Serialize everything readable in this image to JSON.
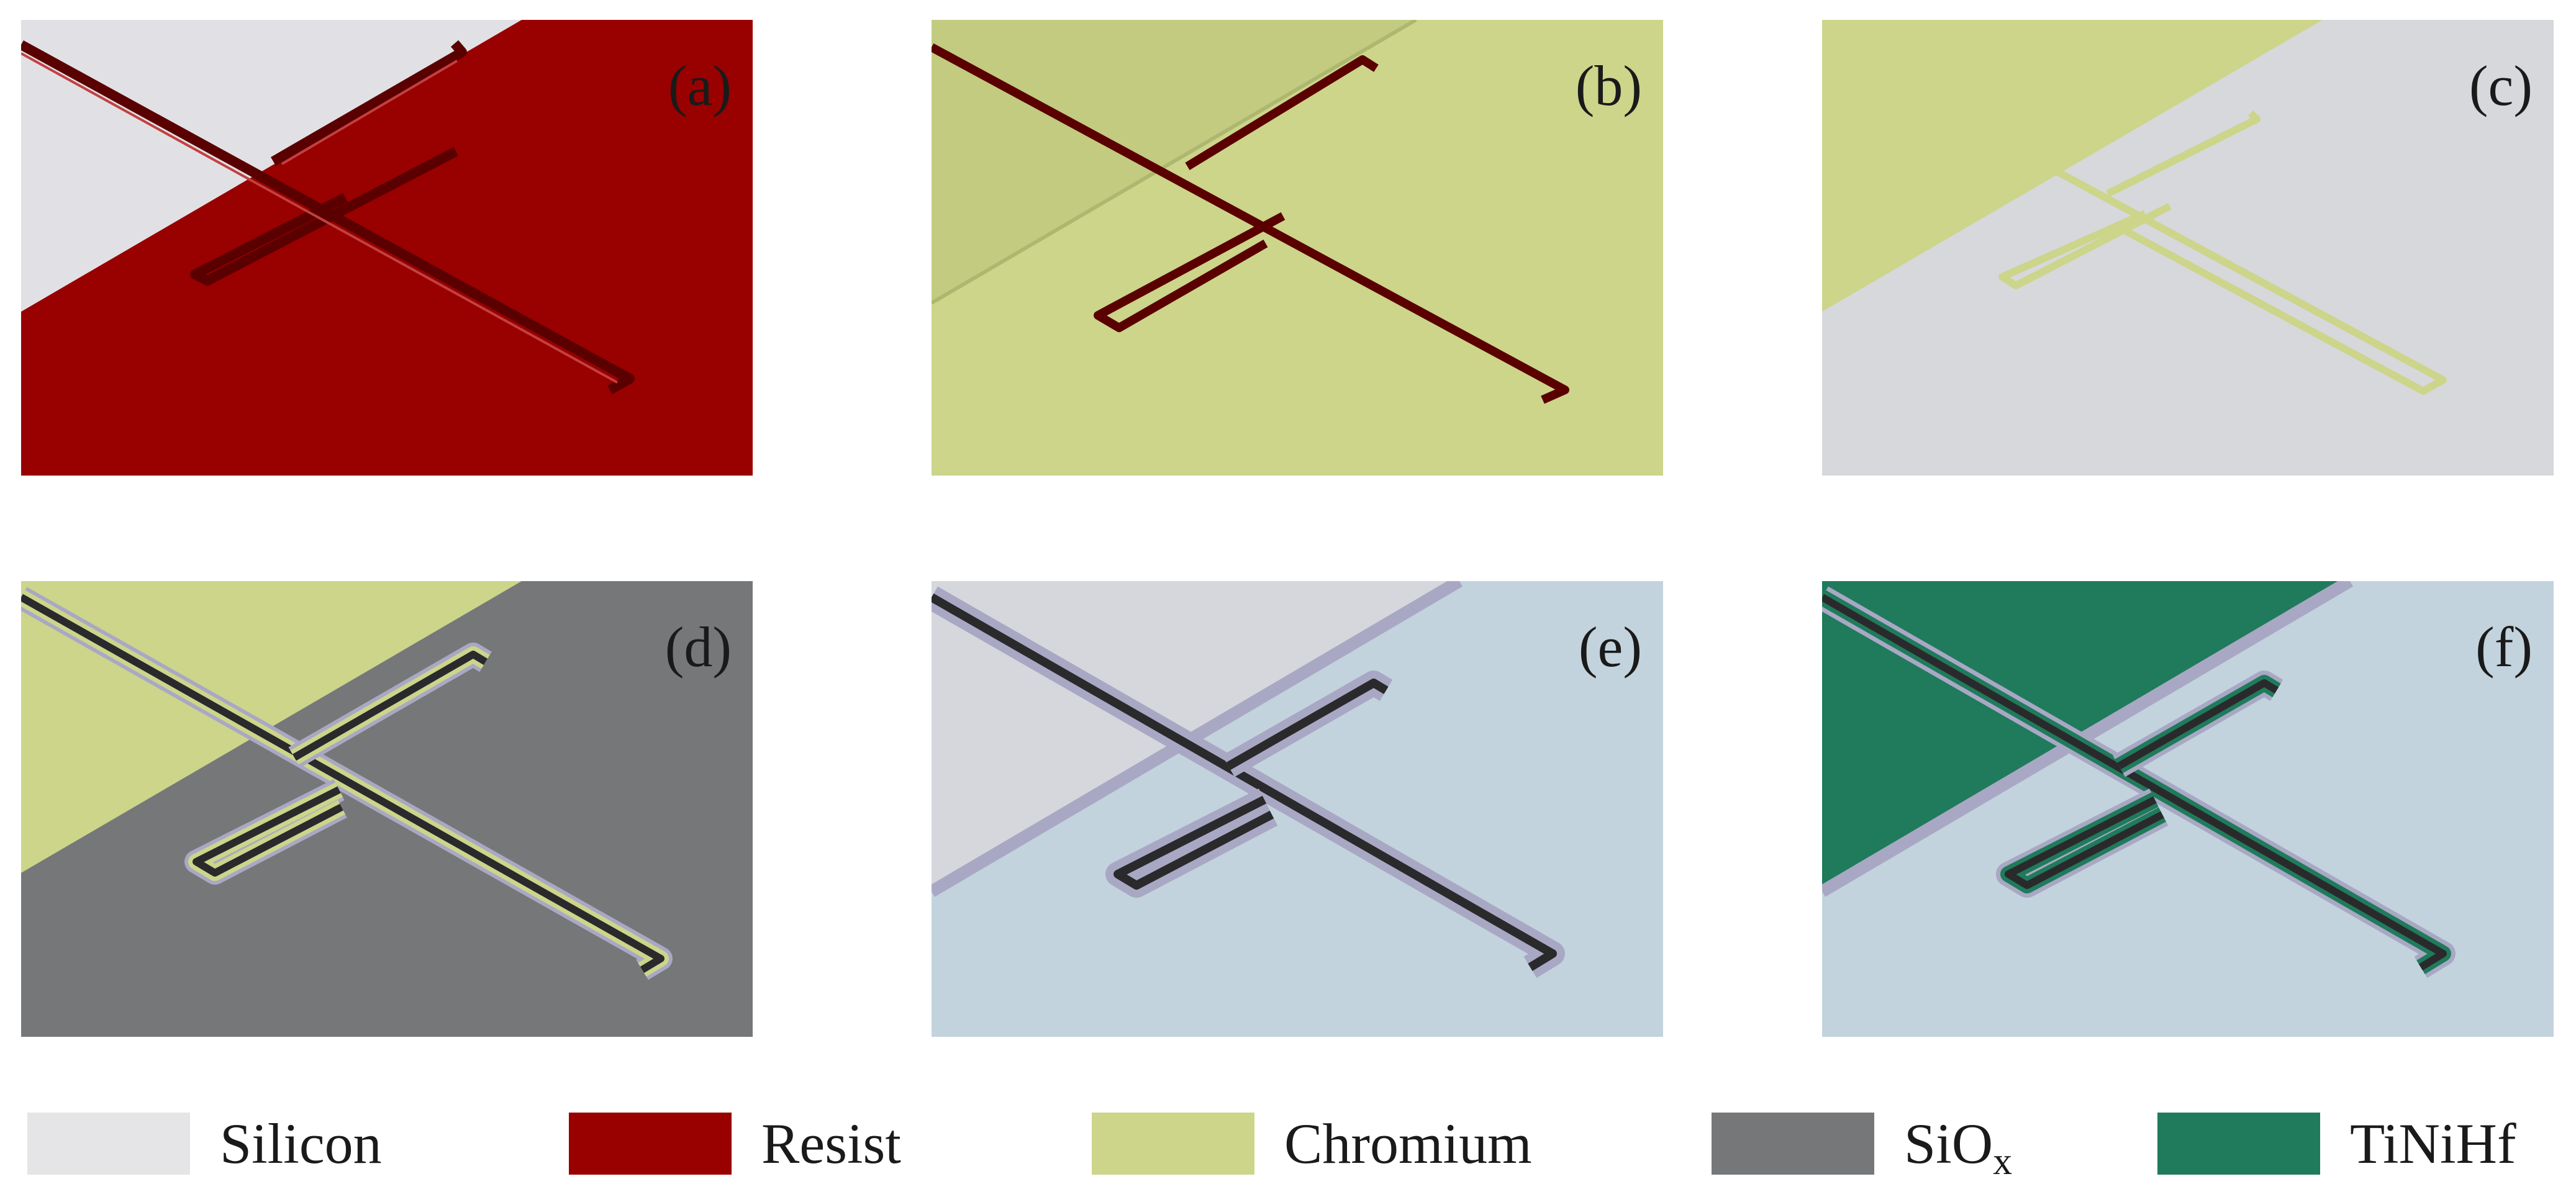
{
  "panels": [
    {
      "id": "a",
      "label": "(a)"
    },
    {
      "id": "b",
      "label": "(b)"
    },
    {
      "id": "c",
      "label": "(c)"
    },
    {
      "id": "d",
      "label": "(d)"
    },
    {
      "id": "e",
      "label": "(e)"
    },
    {
      "id": "f",
      "label": "(f)"
    }
  ],
  "legend": [
    {
      "name": "Silicon",
      "color": "#e5e5e7"
    },
    {
      "name": "Resist",
      "color": "#990000"
    },
    {
      "name": "Chromium",
      "color": "#ccd58a"
    },
    {
      "name": "SiO",
      "subscript": "x",
      "color": "#767779"
    },
    {
      "name": "TiNiHf",
      "color": "#1f7b5b"
    }
  ],
  "colors": {
    "silicon": "#e5e5e7",
    "resist": "#990000",
    "chromium": "#ccd58a",
    "sio_x": "#767779",
    "tinihf": "#1f7b5b",
    "substrate_etched": "#c3d3dd",
    "structure_sidewall": "#a9a8c4",
    "trench_dark": "#2a2a2c"
  }
}
